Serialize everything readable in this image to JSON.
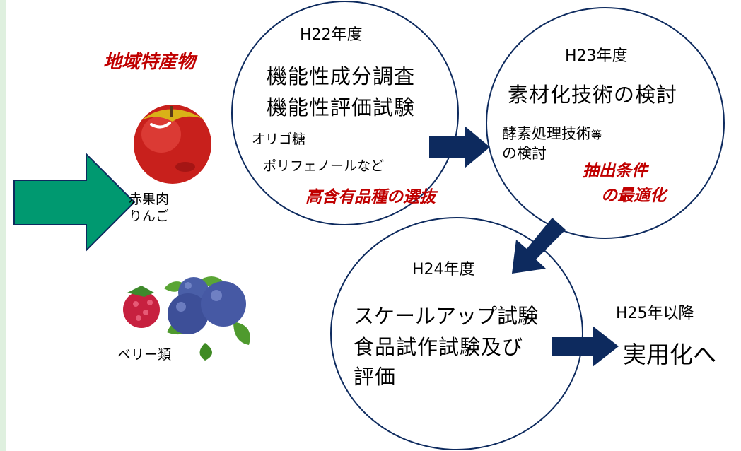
{
  "side_label": "地域特産物",
  "products": {
    "apple_label_line1": "赤果肉",
    "apple_label_line2": "りんご",
    "berry_label": "ベリー類"
  },
  "stage1": {
    "year": "H22年度",
    "line1": "機能性成分調査",
    "line2": "機能性評価試験",
    "sub1": "オリゴ糖",
    "sub2": "ポリフェノールなど",
    "highlight": "高含有品種の選抜"
  },
  "stage2": {
    "year": "H23年度",
    "line1": "素材化技術の検討",
    "sub_main": "酵素処理技術",
    "sub_small": "等",
    "sub2": "の検討",
    "highlight1": "抽出条件",
    "highlight2": "の最適化"
  },
  "stage3": {
    "year": "H24年度",
    "line1": "スケールアップ試験",
    "line2": "食品試作試験及び",
    "line3": "評価"
  },
  "stage4": {
    "year": "H25年以降",
    "result": "実用化へ"
  },
  "colors": {
    "green_arrow": "#009970",
    "navy_arrow": "#0d2a5e",
    "circle_stroke": "#0d2a5e",
    "highlight_red": "#c00000"
  }
}
